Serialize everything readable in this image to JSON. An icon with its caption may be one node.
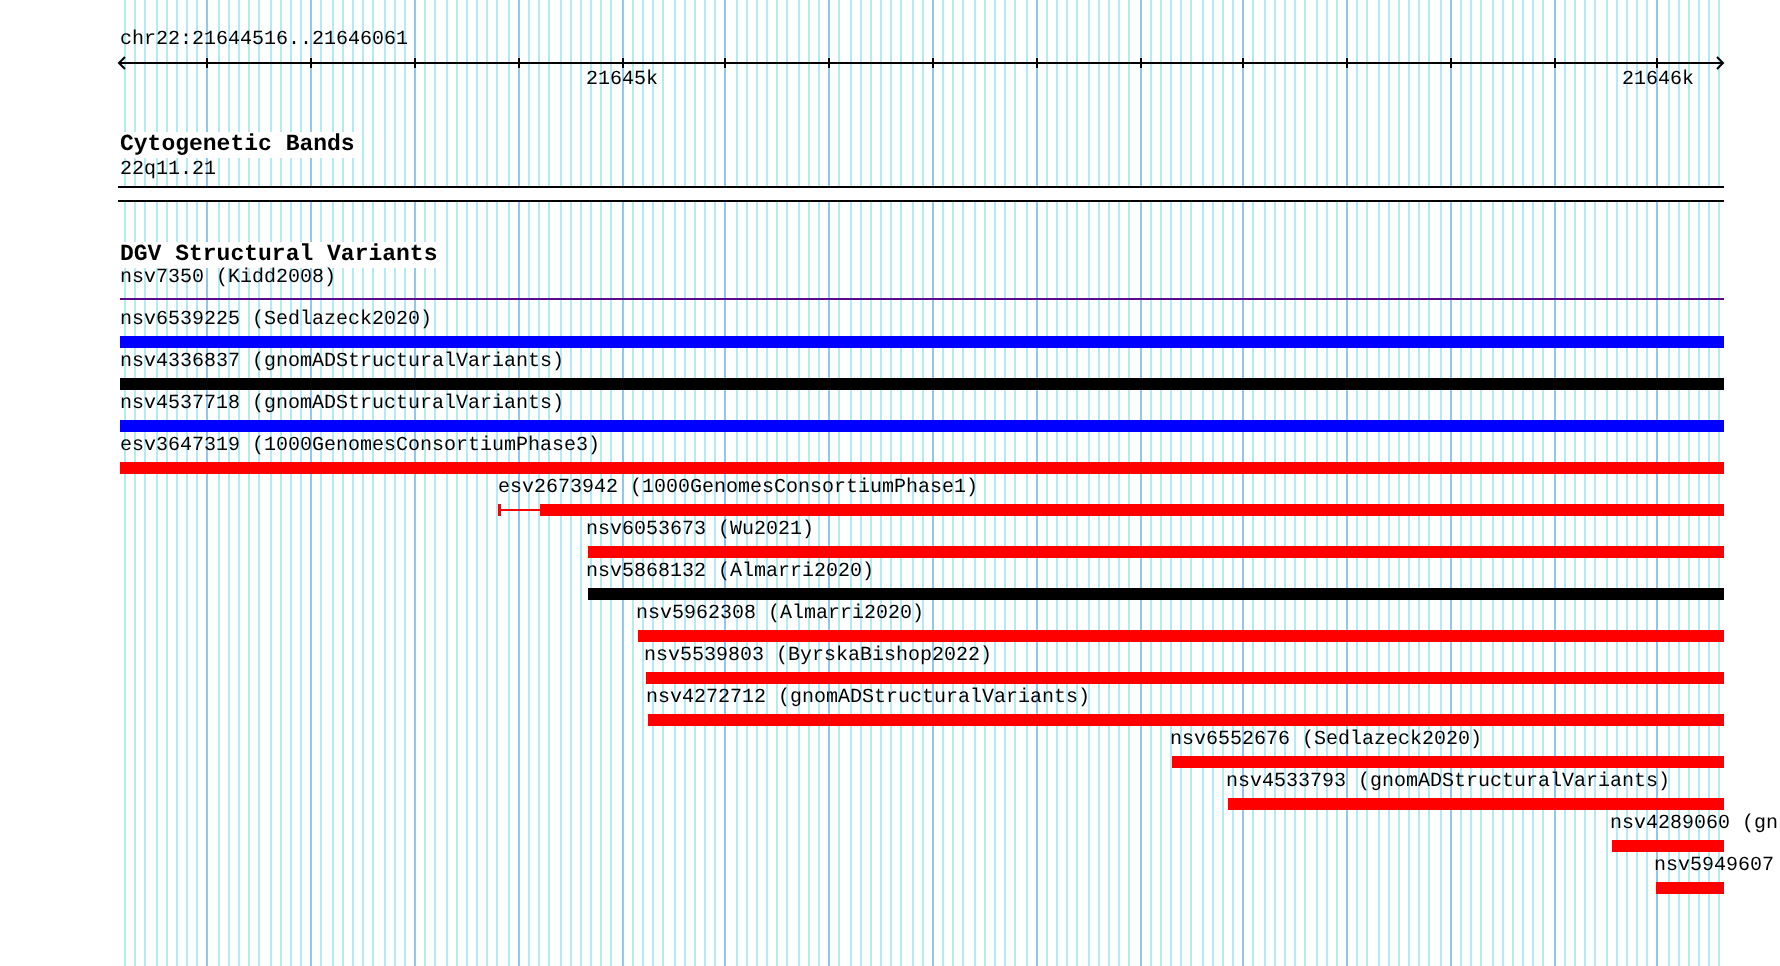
{
  "diagram": {
    "nodes": [
      {
        "text": [
          "22q11.21"
        ]
      },
      {
        "text": [
          "nsv7350 (Kidd2008)"
        ]
      },
      {
        "text": [
          "nsv6539225 (Sedlazeck2020)"
        ]
      },
      {
        "text": [
          "nsv4336837 (gnomADStructuralVariants)"
        ]
      },
      {
        "text": [
          "nsv4537718 (gnomADStructuralVariants)"
        ]
      },
      {
        "text": [
          "esv3647319 (1000GenomesConsortiumPhase3)"
        ]
      },
      {
        "text": [
          "esv2673942 (1000GenomesConsortiumPhase1)"
        ]
      },
      {
        "text": [
          "nsv6053673 (Wu2021)"
        ]
      },
      {
        "text": [
          "nsv5868132 (Almarri2020)"
        ]
      },
      {
        "text": [
          "nsv5962308 (Almarri2020)"
        ]
      },
      {
        "text": [
          "nsv5539803 (ByrskaBishop2022)"
        ]
      },
      {
        "text": [
          "nsv4272712 (gnomADStructuralVariants)"
        ]
      },
      {
        "text": [
          "nsv6552676 (Sedlazeck2020)"
        ]
      },
      {
        "text": [
          "nsv4533793 (gnomADStructuralVariants)"
        ]
      },
      {
        "text": [
          "nsv4289060 (gn"
        ]
      },
      {
        "text": [
          "nsv5949607"
        ]
      }
    ],
    "labels": [
      "chr22:21644516..21646061",
      "21645k",
      "21646k",
      "Cytogenetic Bands",
      "DGV Structural Variants"
    ]
  }
}
